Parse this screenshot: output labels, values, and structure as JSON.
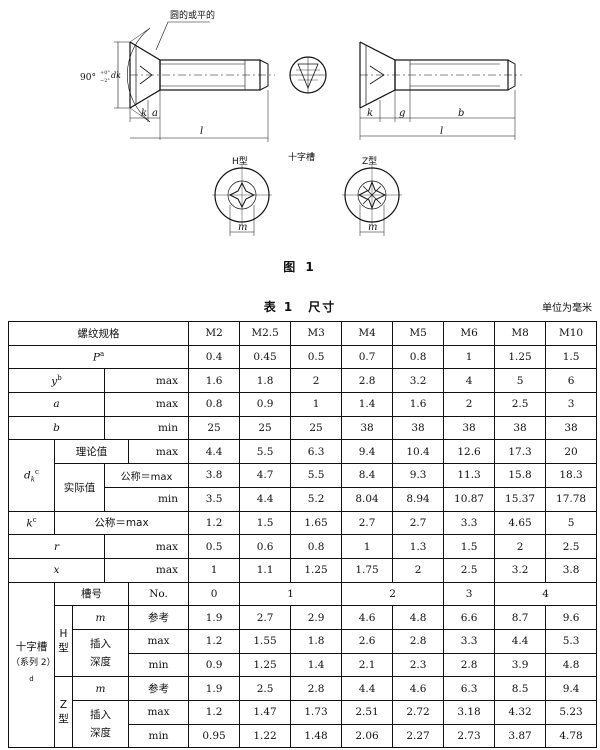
{
  "figure": {
    "callout_round_or_flat": "圆的或平的",
    "angle_label": "90°",
    "angle_tol": "+0°",
    "angle_tol2": "−2°",
    "dim_dk": "dk",
    "dim_k": "k",
    "dim_a": "a",
    "dim_l": "l",
    "dim_k2": "k",
    "dim_g": "g",
    "dim_b": "b",
    "dim_l2": "l",
    "cross_recess_label": "十字槽",
    "h_type": "H型",
    "z_type": "Z型",
    "dim_m": "m",
    "dim_m2": "m",
    "caption": "图 1"
  },
  "table": {
    "title": "表 1　尺寸",
    "unit": "单位为毫米",
    "thread_spec": "螺纹规格",
    "sizes": [
      "M2",
      "M2.5",
      "M3",
      "M4",
      "M5",
      "M6",
      "M8",
      "M10"
    ],
    "p_label": "P",
    "p_sup": "a",
    "p_values": [
      "0.4",
      "0.45",
      "0.5",
      "0.7",
      "0.8",
      "1",
      "1.25",
      "1.5"
    ],
    "y_label": "y",
    "y_sup": "b",
    "y_max": "max",
    "y_values": [
      "1.6",
      "1.8",
      "2",
      "2.8",
      "3.2",
      "4",
      "5",
      "6"
    ],
    "a_label": "a",
    "a_max": "max",
    "a_values": [
      "0.8",
      "0.9",
      "1",
      "1.4",
      "1.6",
      "2",
      "2.5",
      "3"
    ],
    "b_label": "b",
    "b_min": "min",
    "b_values": [
      "25",
      "25",
      "25",
      "38",
      "38",
      "38",
      "38",
      "38"
    ],
    "dk_label": "d",
    "dk_sub": "k",
    "dk_sup": "c",
    "dk_theory": "理论值",
    "dk_theory_max": "max",
    "dk_theory_values": [
      "4.4",
      "5.5",
      "6.3",
      "9.4",
      "10.4",
      "12.6",
      "17.3",
      "20"
    ],
    "dk_actual": "实际值",
    "dk_nominal_max": "公称＝max",
    "dk_actual_max_values": [
      "3.8",
      "4.7",
      "5.5",
      "8.4",
      "9.3",
      "11.3",
      "15.8",
      "18.3"
    ],
    "dk_min": "min",
    "dk_actual_min_values": [
      "3.5",
      "4.4",
      "5.2",
      "8.04",
      "8.94",
      "10.87",
      "15.37",
      "17.78"
    ],
    "k_label": "k",
    "k_sup": "c",
    "k_nominal_max": "公称＝max",
    "k_values": [
      "1.2",
      "1.5",
      "1.65",
      "2.7",
      "2.7",
      "3.3",
      "4.65",
      "5"
    ],
    "r_label": "r",
    "r_max": "max",
    "r_values": [
      "0.5",
      "0.6",
      "0.8",
      "1",
      "1.3",
      "1.5",
      "2",
      "2.5"
    ],
    "x_label": "x",
    "x_max": "max",
    "x_values": [
      "1",
      "1.1",
      "1.25",
      "1.75",
      "2",
      "2.5",
      "3.2",
      "3.8"
    ],
    "recess_label": "十字槽",
    "recess_series": "（系列 2）",
    "recess_sup": "d",
    "groove_no": "槽号",
    "no_label": "No.",
    "groove_values": [
      "0",
      "1",
      "2",
      "3",
      "4"
    ],
    "h_type": "H 型",
    "z_type": "Z 型",
    "m_label": "m",
    "ref_label": "参考",
    "insert_depth_1": "插入",
    "insert_depth_2": "深度",
    "max_label": "max",
    "min_label": "min",
    "h_m_values": [
      "1.9",
      "2.7",
      "2.9",
      "4.6",
      "4.8",
      "6.6",
      "8.7",
      "9.6"
    ],
    "h_max_values": [
      "1.2",
      "1.55",
      "1.8",
      "2.6",
      "2.8",
      "3.3",
      "4.4",
      "5.3"
    ],
    "h_min_values": [
      "0.9",
      "1.25",
      "1.4",
      "2.1",
      "2.3",
      "2.8",
      "3.9",
      "4.8"
    ],
    "z_m_values": [
      "1.9",
      "2.5",
      "2.8",
      "4.4",
      "4.6",
      "6.3",
      "8.5",
      "9.4"
    ],
    "z_max_values": [
      "1.2",
      "1.47",
      "1.73",
      "2.51",
      "2.72",
      "3.18",
      "4.32",
      "5.23"
    ],
    "z_min_values": [
      "0.95",
      "1.22",
      "1.48",
      "2.06",
      "2.27",
      "2.73",
      "3.87",
      "4.78"
    ]
  }
}
